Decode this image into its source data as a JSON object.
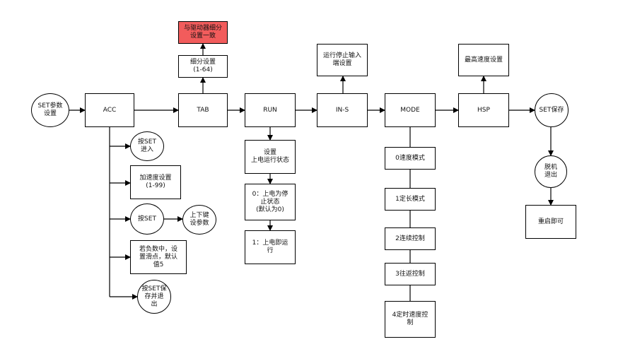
{
  "nodes": {
    "set_params": "SET参数\n设置",
    "acc": "ACC",
    "tab": "TAB",
    "run": "RUN",
    "ins": "IN-S",
    "mode": "MODE",
    "hsp": "HSP",
    "set_save": "SET保存",
    "driver_match": "与驱动器细分\n设置一致",
    "subdivision": "细分设置\n(1-64)",
    "input_stop": "运行停止输入\n端设置",
    "max_speed": "最高速度设置",
    "press_set_enter": "按SET\n进入",
    "accel_set": "加速度设置\n(1-99)",
    "press_set": "按SET",
    "updown_keys": "上下键\n设参数",
    "negative_note": "若负数中，设\n置滑点，默认\n值5",
    "press_set_save_exit": "按SET保\n存并退\n出",
    "power_on_state": "设置\n上电运行状态",
    "run_opt0": "0：上电为停\n止状态\n(默认为0)",
    "run_opt1": "1：上电即运\n行",
    "mode0": "0速度模式",
    "mode1": "1定长模式",
    "mode2": "2连续控制",
    "mode3": "3往返控制",
    "mode4": "4定时速度控\n制",
    "offline_exit": "脱机\n退出",
    "restart": "重启即可"
  }
}
